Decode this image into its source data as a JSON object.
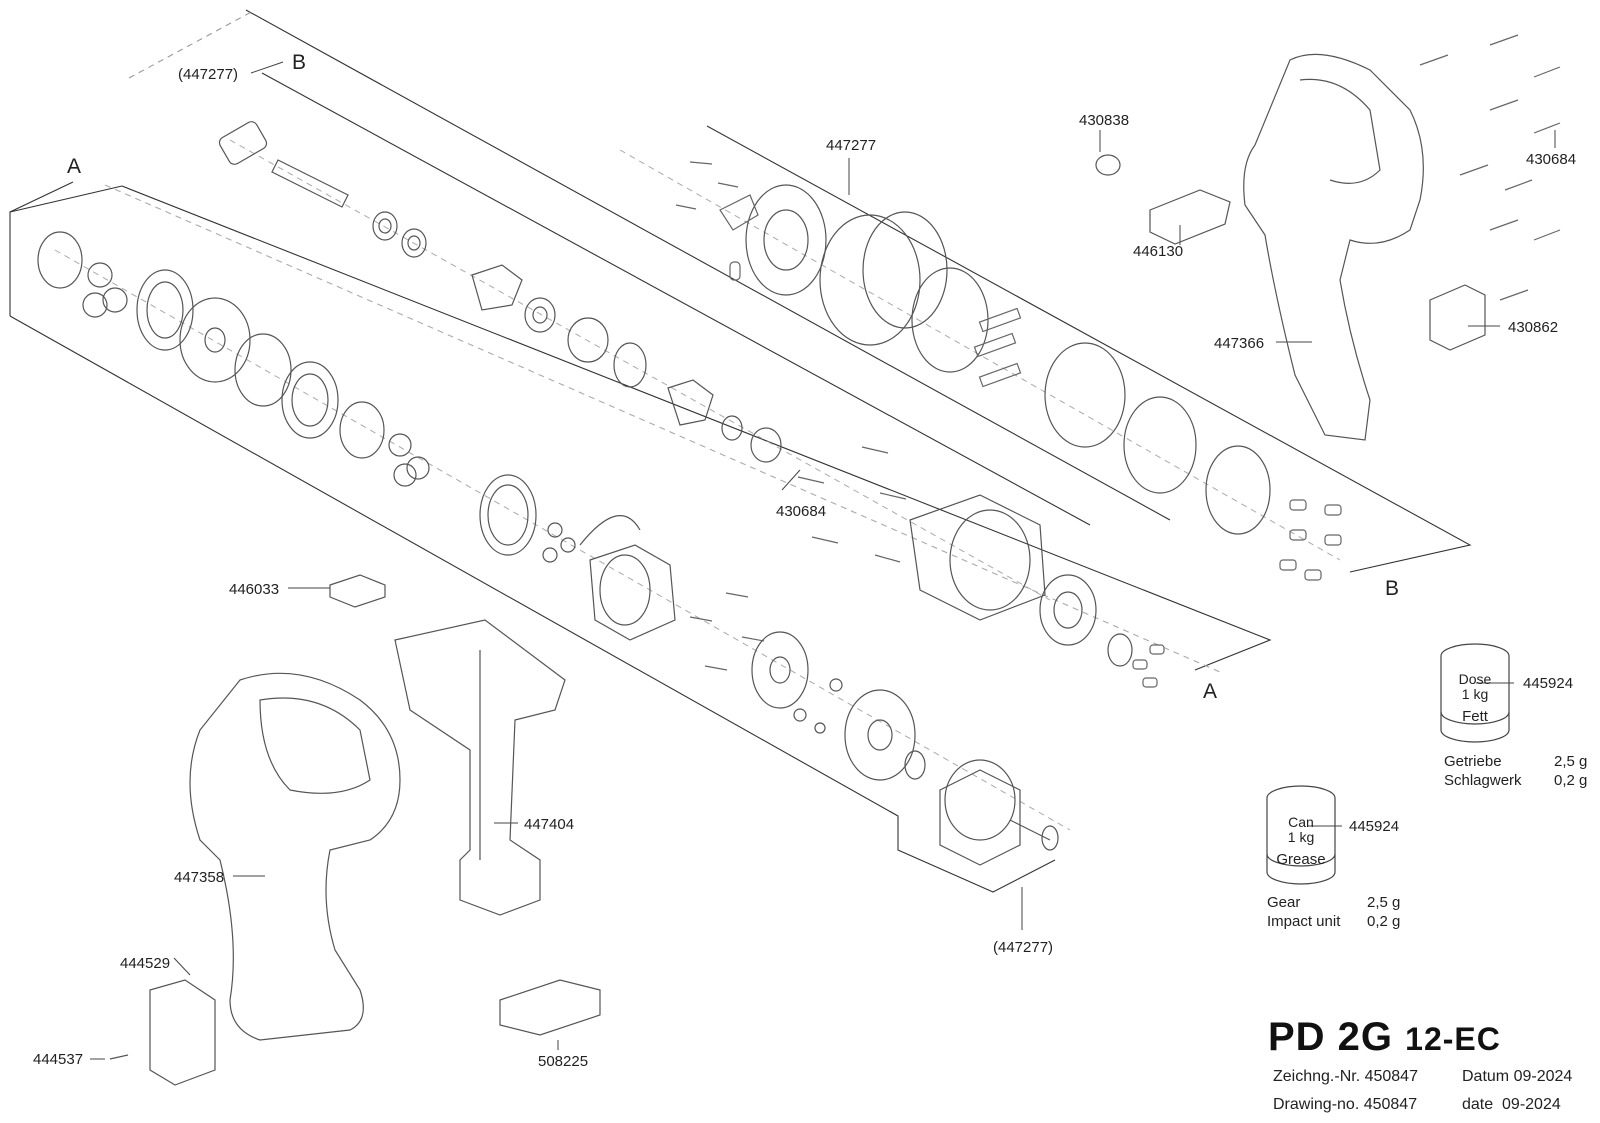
{
  "title": {
    "model": "PD 2G",
    "variant": "12-EC"
  },
  "drawing_info": {
    "de_number": "Zeichng.-Nr. 450847",
    "de_date": "Datum 09-2024",
    "en_number": "Drawing-no. 450847",
    "en_date": "date  09-2024"
  },
  "section_markers": {
    "a": "A",
    "b": "B"
  },
  "part_numbers": {
    "gear_ring_ref_top": "(447277)",
    "gear_ring_ref_bottom": "(447277)",
    "gearbox_assembly": "447277",
    "bit_holder": "430838",
    "screws_housing": "430684",
    "screws_gearbox": "430684",
    "sticker_top": "446130",
    "housing_left": "447366",
    "battery_latch": "430862",
    "sticker_mid": "446033",
    "electronics": "447404",
    "housing_right": "447358",
    "belt_clip": "444529",
    "clip_screw": "444537",
    "badge": "508225",
    "grease_de": "445924",
    "grease_en": "445924"
  },
  "grease_de": {
    "can_line1": "Dose",
    "can_line2": "1 kg",
    "can_line3": "Fett",
    "row1_label": "Getriebe",
    "row1_value": "2,5 g",
    "row2_label": "Schlagwerk",
    "row2_value": "0,2 g"
  },
  "grease_en": {
    "can_line1": "Can",
    "can_line2": "1 kg",
    "can_line3": "Grease",
    "row1_label": "Gear",
    "row1_value": "2,5 g",
    "row2_label": "Impact unit",
    "row2_value": "0,2 g"
  }
}
